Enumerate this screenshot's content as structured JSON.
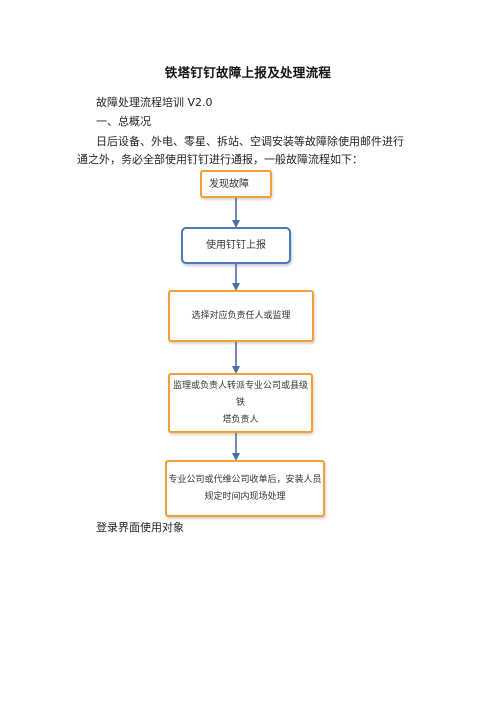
{
  "document": {
    "title": "铁塔钉钉故障上报及处理流程",
    "paragraphs": [
      "故障处理流程培训 V2.0",
      "一、总概况",
      "日后设备、外电、零星、拆站、空调安装等故障除使用邮件进行",
      "通之外，务必全部使用钉钉进行通报，一般故障流程如下：",
      "登录界面使用对象"
    ]
  },
  "flowchart": {
    "steps": [
      "发现故障",
      "使用钉钉上报",
      "选择对应负责任人或监理",
      "监理或负责人转派专业公司或县级铁\n塔负责人",
      "专业公司或代维公司收单后，安装人员\n规定时间内现场处理"
    ],
    "colors": {
      "orange_border": "#f0a038",
      "blue_border": "#4a7ab8",
      "arrow": "#4a6fa5"
    }
  }
}
